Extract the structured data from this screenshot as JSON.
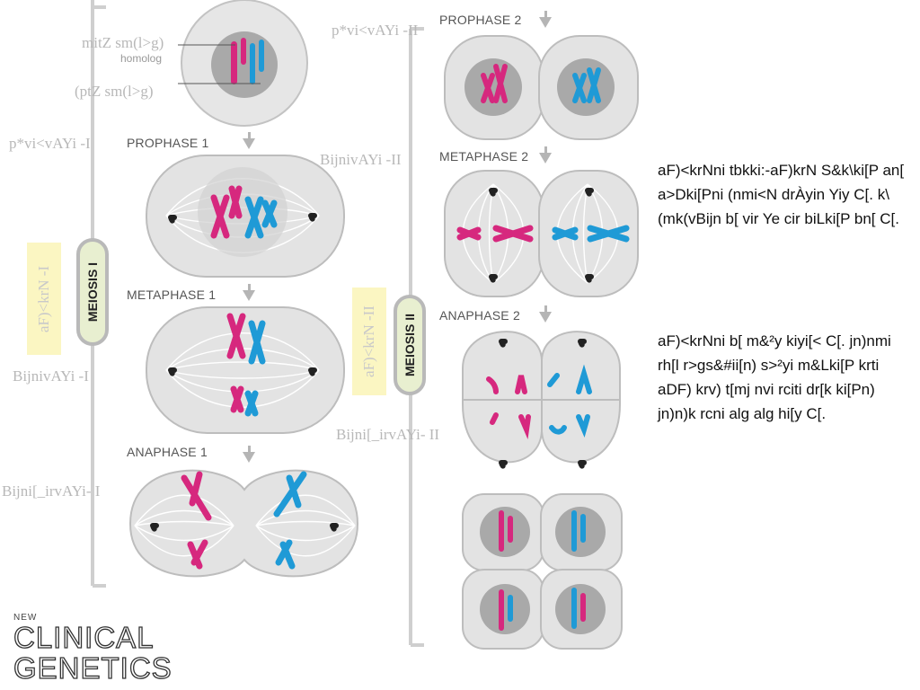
{
  "labels": {
    "maternal": "mitZ sm(l>g)",
    "homolog": "homolog",
    "paternal": "(ptZ sm(l>g)",
    "left_phases": [
      "p*vi<vAYi -I",
      "BijnivAYi -I",
      "Bijni[_irvAYi- I"
    ],
    "right_phases": [
      "p*vi<vAYi -II",
      "BijnivAYi -II",
      "Bijni[_irvAYi- II"
    ],
    "division_1": "aF)<krN -I",
    "division_2": "aF)<krN -II"
  },
  "stages": {
    "prophase1": "PROPHASE 1",
    "metaphase1": "METAPHASE 1",
    "anaphase1": "ANAPHASE 1",
    "prophase2": "PROPHASE 2",
    "metaphase2": "METAPHASE 2",
    "anaphase2": "ANAPHASE 2"
  },
  "meiosis": {
    "one": "MEIOSIS I",
    "two": "MEIOSIS II"
  },
  "description": {
    "para1": "aF)<krNni tbkki:-aF)krN S&k\\ki[P an[ a>Dki[Pni (nmi<N drÀyin Yiy C[. k\\(mk(vBijn b[ vir Ye cir biLki[P bn[ C[.",
    "para2": "aF)<krNni b[ m&²y kiyi[< C[. jn)nmi rh[l r>gs&#ii[n) s>²yi m&Lki[P krti aDF) krv) t[mj nvi rciti dr[k ki[Pn) jn)n)k rcni alg alg hi[y C[."
  },
  "logo": {
    "new": "NEW",
    "line1": "CLINICAL",
    "line2": "GENETICS"
  },
  "colors": {
    "maternal": "#d6287e",
    "paternal": "#1f9ad6",
    "cell_fill": "#e3e3e3",
    "cell_border": "#bdbdbd",
    "nucleus": "#a8a8a8",
    "bracket": "#cfcfcf"
  }
}
